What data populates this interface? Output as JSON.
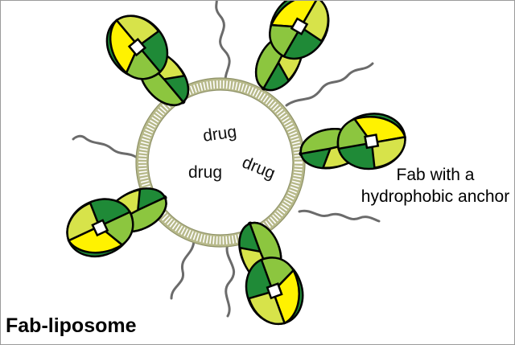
{
  "title": "Fab-liposome",
  "label": {
    "line1": "Fab with a",
    "line2": "hydrophobic anchor"
  },
  "drug_labels": [
    "drug",
    "drug",
    "drug"
  ],
  "colors": {
    "fab_dark_green": "#1f8a37",
    "fab_light_green": "#8cc63f",
    "fab_yellow": "#fff200",
    "fab_lime": "#d7e34a",
    "membrane": "#b7b98a",
    "anchor": "#000000",
    "peg_chain": "#6b6b6b"
  }
}
